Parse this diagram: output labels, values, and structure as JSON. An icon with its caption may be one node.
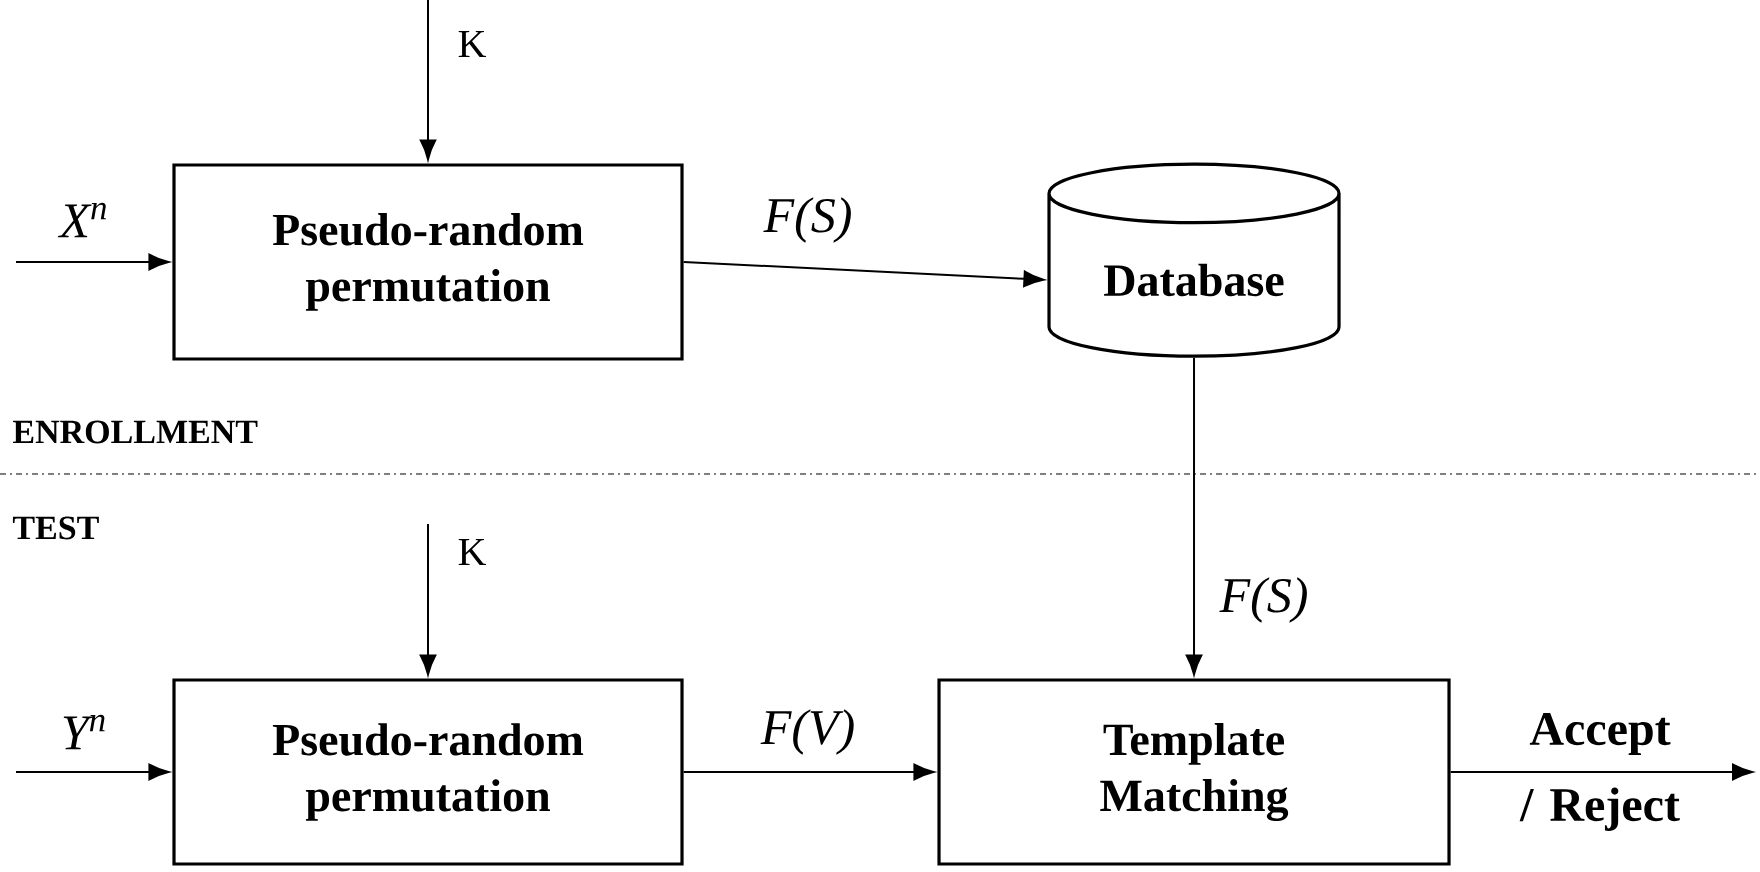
{
  "diagram": {
    "nodes": [
      {
        "text": [
          "Pseudo-random permutation"
        ]
      },
      {
        "text": [
          "Database"
        ]
      },
      {
        "text": [
          "Pseudo-random permutation"
        ]
      },
      {
        "text": [
          "Template Matching"
        ]
      }
    ],
    "edges": [
      {
        "from": null,
        "to": 0,
        "arrow": "to",
        "label": "X$^{n}$"
      },
      {
        "from": null,
        "to": 0,
        "arrow": "to",
        "label": "K"
      },
      {
        "from": 0,
        "to": 1,
        "arrow": "to",
        "label": "F(S)"
      },
      {
        "from": 1,
        "to": 3,
        "arrow": "to",
        "label": "F(S)"
      },
      {
        "from": null,
        "to": 2,
        "arrow": "to",
        "label": "Y$^{n}$"
      },
      {
        "from": null,
        "to": 2,
        "arrow": "to",
        "label": "K"
      },
      {
        "from": 2,
        "to": 3,
        "arrow": "to",
        "label": "F(V)"
      },
      {
        "from": 3,
        "to": null,
        "arrow": "to",
        "label": "Accept / Reject"
      }
    ],
    "labels": [
      "ENROLLMENT",
      "TEST"
    ]
  }
}
